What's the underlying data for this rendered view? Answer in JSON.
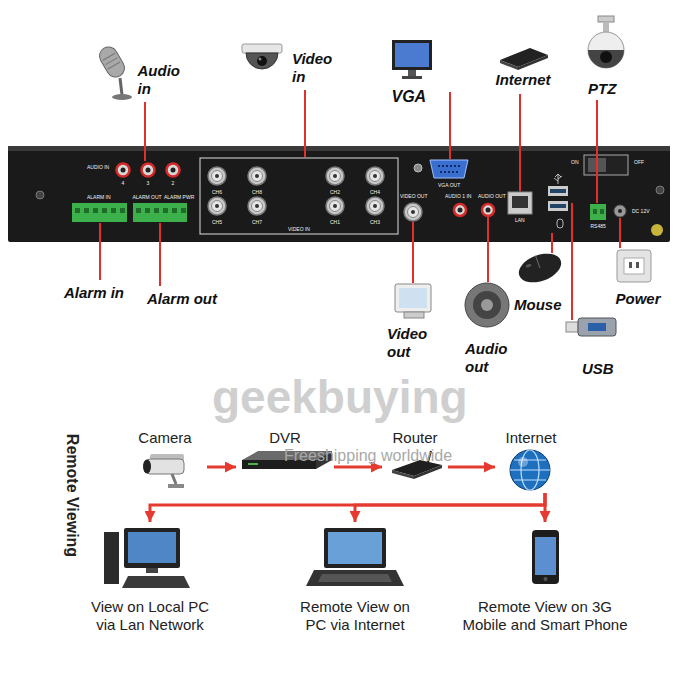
{
  "diagram": {
    "nodes": [
      {
        "text": [
          "Camera"
        ]
      },
      {
        "text": [
          "DVR"
        ]
      },
      {
        "text": [
          "Router"
        ]
      },
      {
        "text": [
          "Internet"
        ]
      },
      {
        "text": [
          "View on Local PC via Lan Network"
        ]
      },
      {
        "text": [
          "Remote View on PC via Internet"
        ]
      },
      {
        "text": [
          "Remote View on 3G Mobile and Smart Phone"
        ]
      }
    ],
    "edges": [
      {
        "from": 0,
        "to": 1,
        "arrow": "to"
      },
      {
        "from": 1,
        "to": 2,
        "arrow": "to"
      },
      {
        "from": 2,
        "to": 3,
        "arrow": "to"
      },
      {
        "from": 3,
        "to": 4,
        "arrow": "to"
      },
      {
        "from": 3,
        "to": 5,
        "arrow": "to"
      },
      {
        "from": 3,
        "to": 6,
        "arrow": "to"
      }
    ],
    "labels": [
      "Audio in",
      "Video in",
      "VGA",
      "Internet",
      "PTZ",
      "Alarm in",
      "Alarm out",
      "Video out",
      "Audio out",
      "Mouse",
      "Power",
      "USB",
      "AUDIO IN",
      "4",
      "3",
      "2",
      "CH6",
      "CH8",
      "CH2",
      "CH4",
      "CH5",
      "CH7",
      "CH1",
      "CH3",
      "VIDEO IN",
      "VGA OUT",
      "VIDEO OUT",
      "AUDIO 1 IN",
      "AUDIO OUT",
      "LAN",
      "ALARM IN",
      "ALARM OUT",
      "ALARM PWR",
      "ON",
      "OFF",
      "RS485",
      "DC 12V",
      "Remote Viewing",
      "geekbuying",
      "Freeshipping worldwide"
    ]
  }
}
